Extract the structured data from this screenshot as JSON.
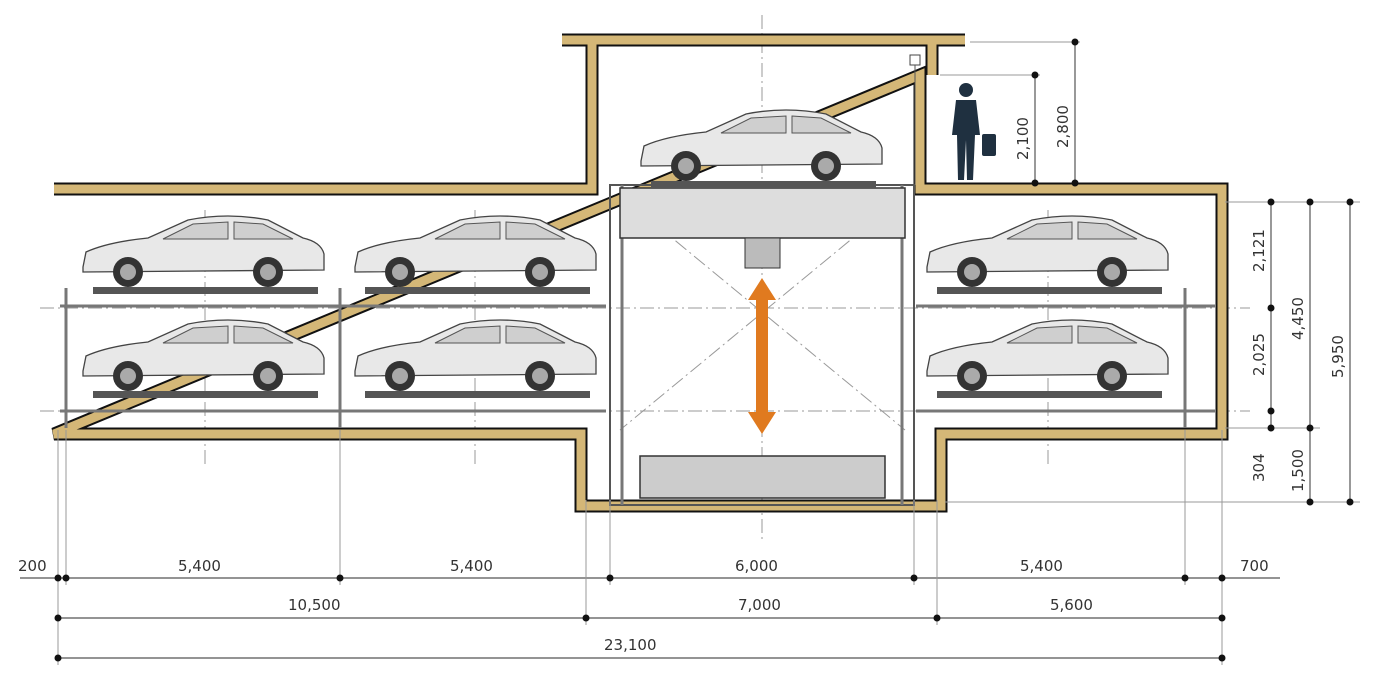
{
  "diagram": {
    "title": "Underground puzzle parking system section",
    "colors": {
      "wall": "#d4b777",
      "lift_arrow": "#e07a1f",
      "lines": "#555555"
    },
    "dimensions": {
      "bottom_row1": [
        "200",
        "5,400",
        "5,400",
        "6,000",
        "5,400",
        "700"
      ],
      "bottom_row2": [
        "10,500",
        "7,000",
        "5,600"
      ],
      "bottom_row3": [
        "23,100"
      ],
      "right_col1": [
        "2,121",
        "2,025",
        "304"
      ],
      "right_col2": [
        "4,450",
        "1,500"
      ],
      "right_col3": [
        "5,950"
      ],
      "top_right": [
        "2,100",
        "2,800"
      ]
    }
  }
}
